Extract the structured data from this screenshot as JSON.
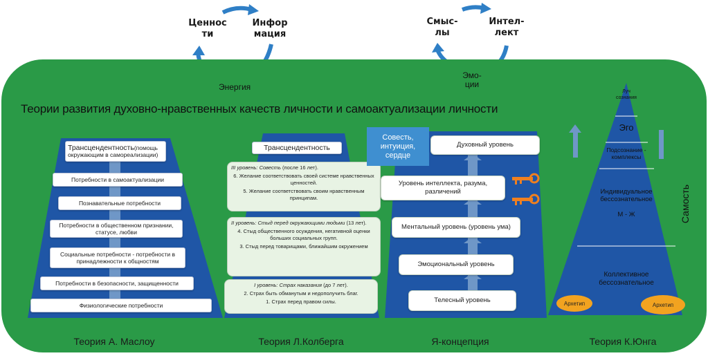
{
  "cycles": {
    "left": {
      "top_left": [
        "Ценнос",
        "ти"
      ],
      "top_right": [
        "Инфор",
        "мация"
      ],
      "bottom": "Энергия"
    },
    "right": {
      "top_left": [
        "Смыс-",
        "лы"
      ],
      "top_right": [
        "Интел-",
        "лект"
      ],
      "bottom": [
        "Эмо-",
        "ции"
      ]
    }
  },
  "title": "Теории развития духовно-нравственных качеств личности и самоактуализации личности",
  "maslow": {
    "caption": "Теория А. Маслоу",
    "top": [
      "Трансцендентность",
      "(помощь",
      "окружающим в самореализации)"
    ],
    "levels": [
      "Потребности в самоактуализации",
      "Познавательные потребности",
      "Потребности в общественном признании, статусе, любви",
      "Социальные потребности - потребности в принадлежности к общностям",
      "Потребности в безопасности, защищенности",
      "Физиологические потребности"
    ]
  },
  "kohlberg": {
    "caption": "Теория Л.Колберга",
    "top": "Трансцендентность",
    "level3": {
      "heading": "III уровень: Совесть",
      "heading_suffix": "(после 16 лет).",
      "items": [
        "6. Желание соответствовать своей системе нравственных ценностей.",
        "5. Желание соответствовать своим нравственным принципам."
      ]
    },
    "level2": {
      "heading": "II уровень: Стыд перед окружающими людьми",
      "heading_suffix": "(13 лет).",
      "items": [
        "4. Стыд общественного осуждения, негативной оценки больших социальных групп.",
        "3. Стыд перед товарищами, ближайшим окружением"
      ]
    },
    "level1": {
      "heading": "I уровень: Страх наказания",
      "heading_suffix": "(до 7 лет).",
      "items": [
        "2. Страх быть обманутым и недополучить благ.",
        "1. Страх перед правом силы."
      ]
    }
  },
  "self_concept": {
    "caption": "Я-концепция",
    "badge": [
      "Совесть,",
      "интуиция,",
      "сердце"
    ],
    "levels": [
      "Духовный уровень",
      "Уровень интеллекта, разума, различений",
      "Ментальный уровень (уровень ума)",
      "Эмоциональный уровень",
      "Телесный уровень"
    ]
  },
  "jung": {
    "caption": "Теория К.Юнга",
    "side_label": "Самость",
    "tiers": [
      [
        "Луч",
        "сознания"
      ],
      [
        "Эго"
      ],
      [
        "Подсознание -",
        "комплексы"
      ],
      [
        "Индивидуальное",
        "бессознательное",
        "",
        "М - Ж"
      ],
      [
        "Коллективное",
        "бессознательное"
      ]
    ],
    "archetypes": [
      "Архетип",
      "Архетип"
    ]
  },
  "colors": {
    "panel_green": "#2a9a47",
    "trapezoid_blue": "#1f56a6",
    "light_blue_arrow": "#6f97c7",
    "arrow_blue": "#2f7fc6",
    "kohlberg_box": "#e8f3e4",
    "badge_blue": "#3f8fd0",
    "archetype_orange": "#f2a320",
    "key_orange": "#f08020"
  }
}
